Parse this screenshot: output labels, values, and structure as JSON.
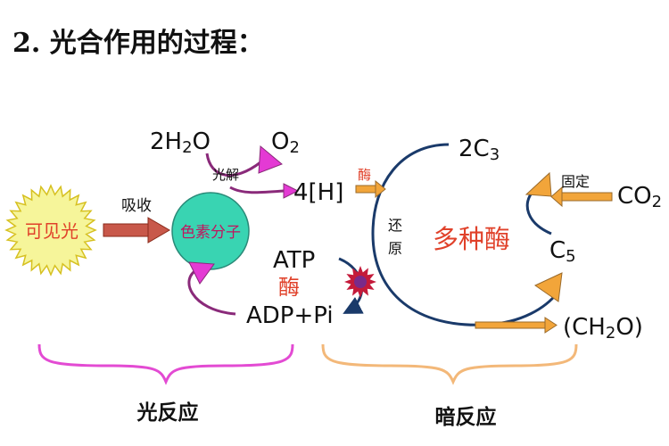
{
  "title": "2. 光合作用的过程：",
  "light": {
    "label": "可见光",
    "absorb": "吸收",
    "pigment": "色素分子",
    "water": "2H",
    "water_sub": "2",
    "water_tail": "O",
    "oxygen": "O",
    "oxygen_sub": "2",
    "photolysis": "光解",
    "hydrogen": "4[H]",
    "atp": "ATP",
    "enzyme": "酶",
    "adp": "ADP+Pi"
  },
  "dark": {
    "enzyme_small": "酶",
    "reduction_1": "还",
    "reduction_2": "原",
    "c3": "2C",
    "c3_sub": "3",
    "multi_enzyme": "多种酶",
    "fix": "固定",
    "co2": "CO",
    "co2_sub": "2",
    "c5": "C",
    "c5_sub": "5",
    "ch2o_a": "(CH",
    "ch2o_sub": "2",
    "ch2o_b": "O)"
  },
  "stages": {
    "light_reaction": "光反应",
    "dark_reaction": "暗反应"
  },
  "colors": {
    "sun_fill": "#f6f59a",
    "sun_text": "#e0412a",
    "pigment_fill": "#39d4b2",
    "pigment_text": "#c0155e",
    "magenta": "#e43ad4",
    "purple_arrow": "#8a2a7a",
    "cycle": "#1a3a6a",
    "orange": "#f2a53a",
    "brace_left": "#e34bd3",
    "brace_right": "#f3b879",
    "red_text": "#e0412a",
    "enzyme_star": "#c41a3a"
  }
}
